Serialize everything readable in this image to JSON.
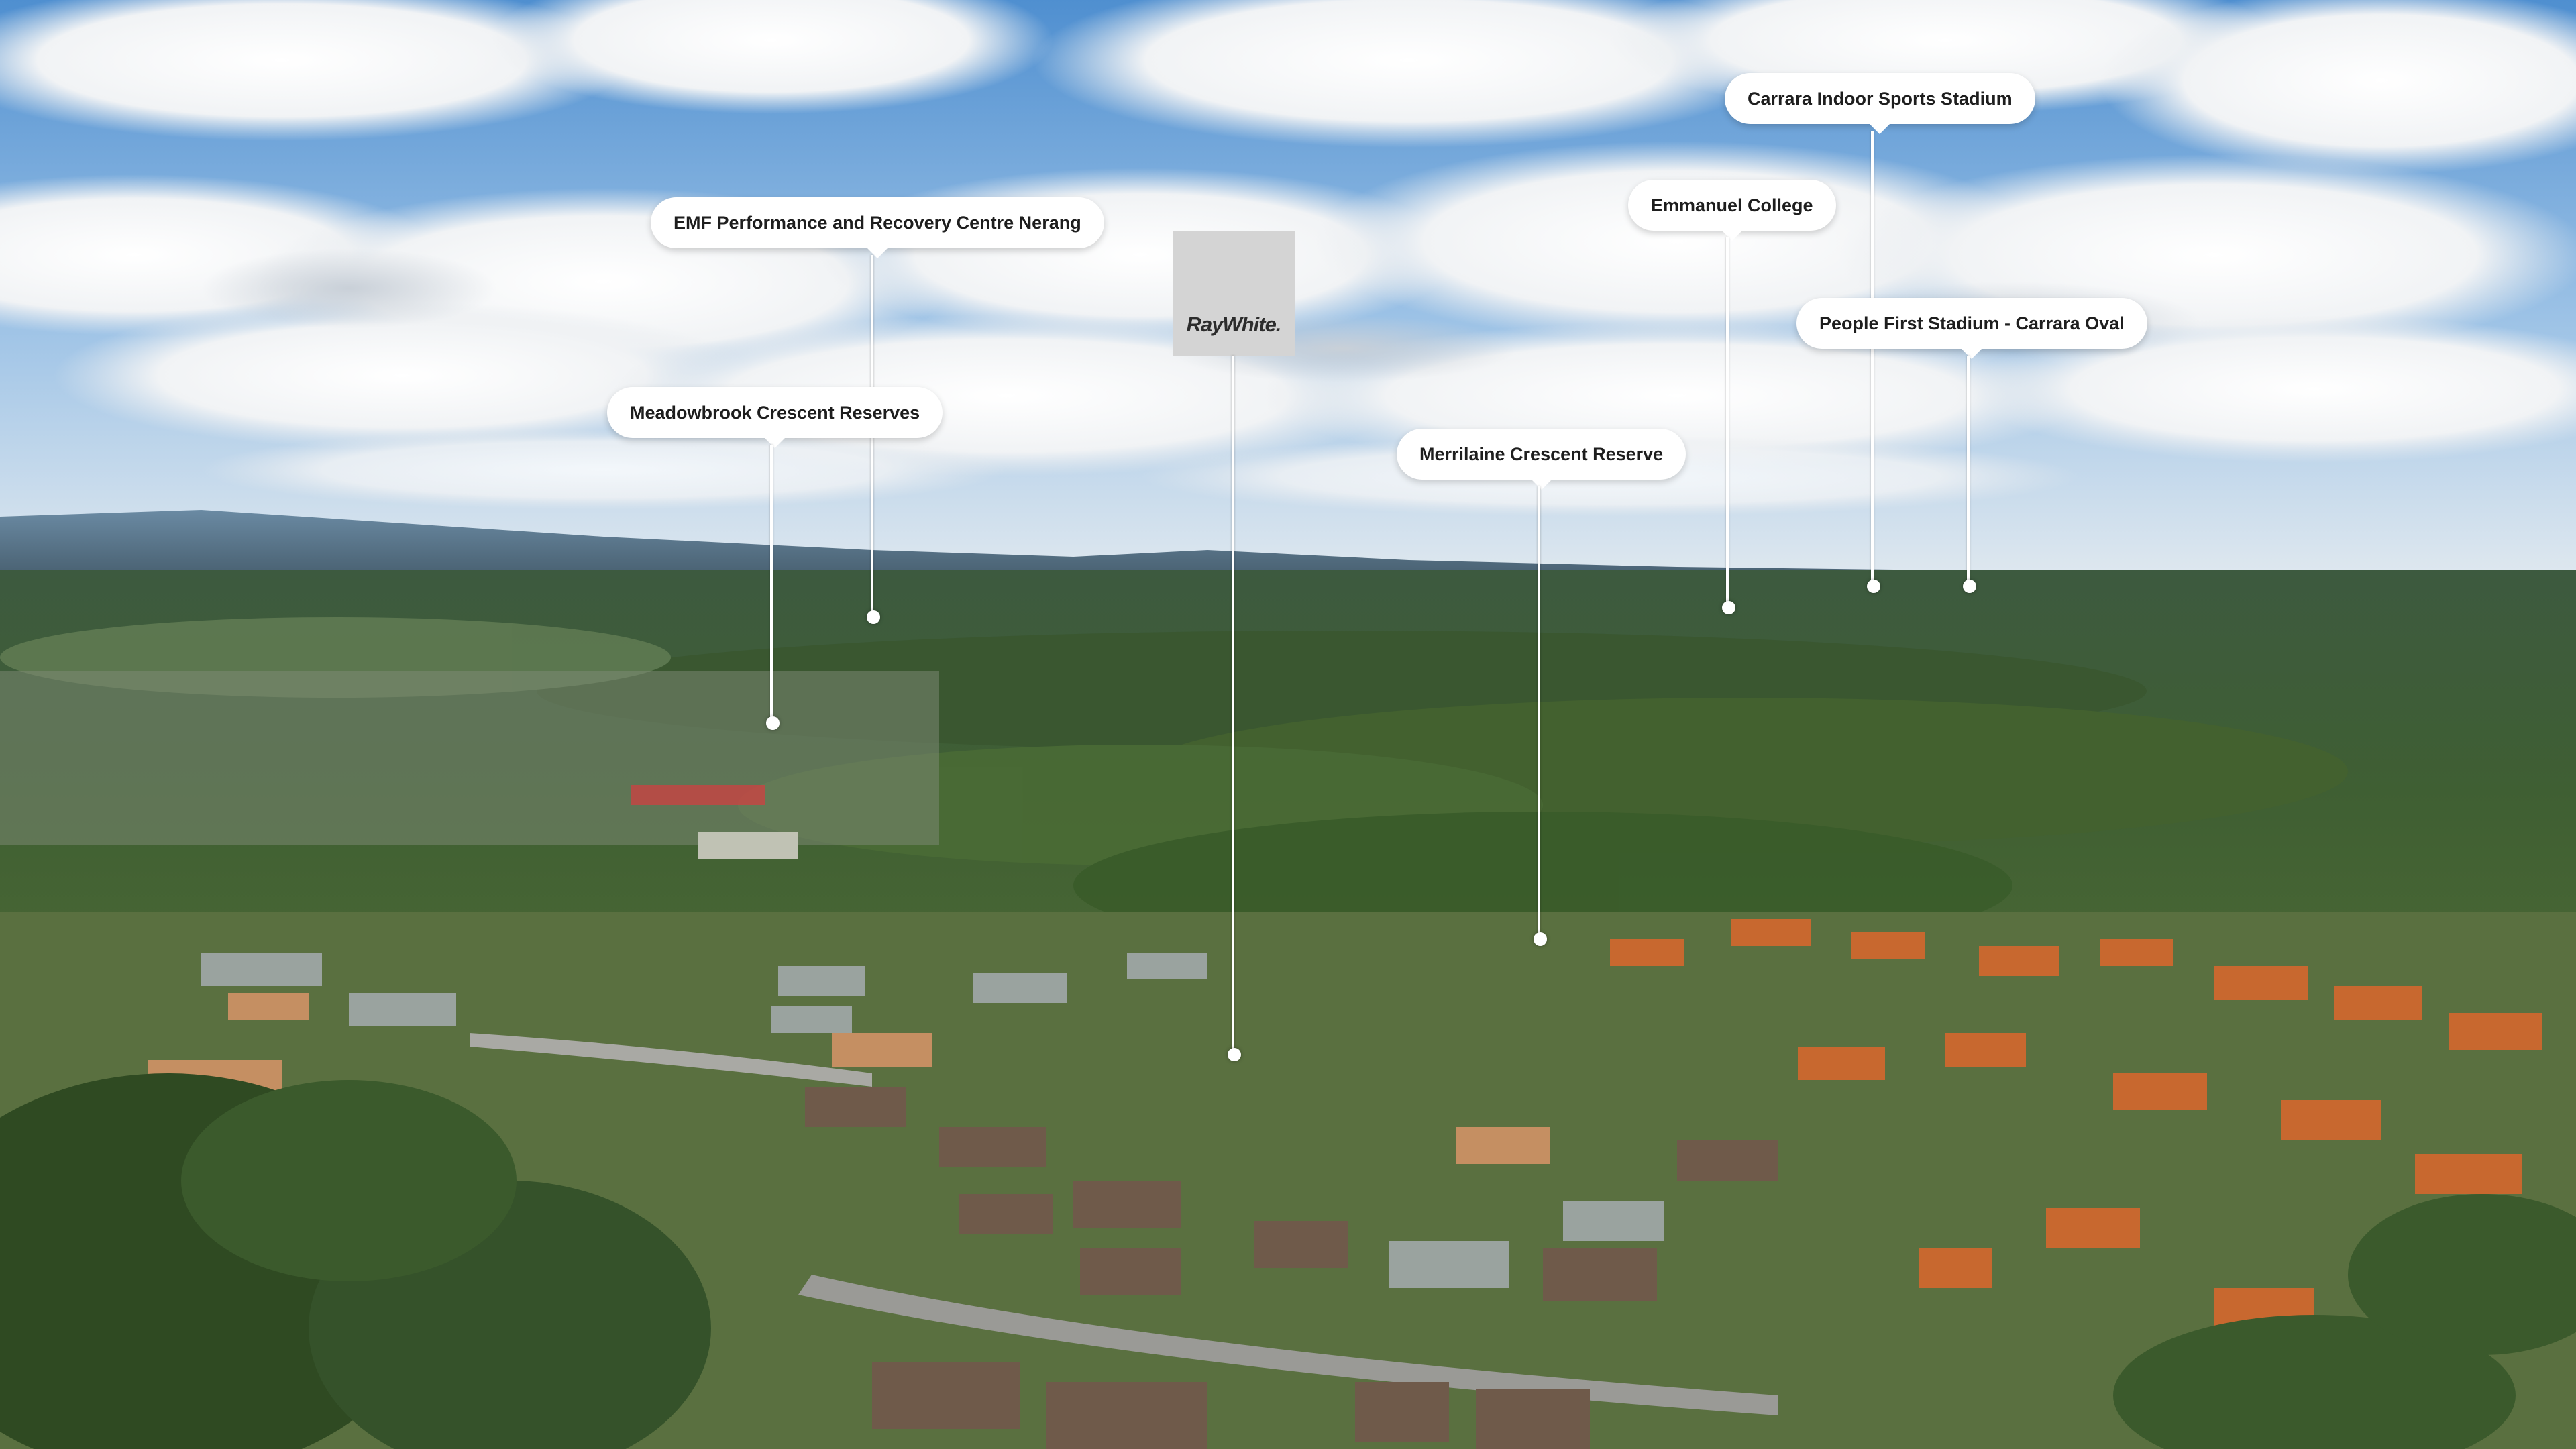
{
  "image": {
    "kind": "aerial-photo-with-location-callouts",
    "colors": {
      "sky": "#6fa4d6",
      "callout_bg": "#ffffff",
      "callout_text": "#1e1e1e",
      "logo_bg": "#d4d4d4",
      "roof_terracotta": "#c8682f"
    }
  },
  "brand": {
    "logo_text": "RayWhite."
  },
  "callouts": [
    {
      "label": "EMF Performance and Recovery Centre Nerang"
    },
    {
      "label": "Meadowbrook Crescent Reserves"
    },
    {
      "label": "Merrilaine Crescent Reserve"
    },
    {
      "label": "Emmanuel College"
    },
    {
      "label": "Carrara Indoor Sports Stadium"
    },
    {
      "label": "People First Stadium - Carrara Oval"
    }
  ]
}
